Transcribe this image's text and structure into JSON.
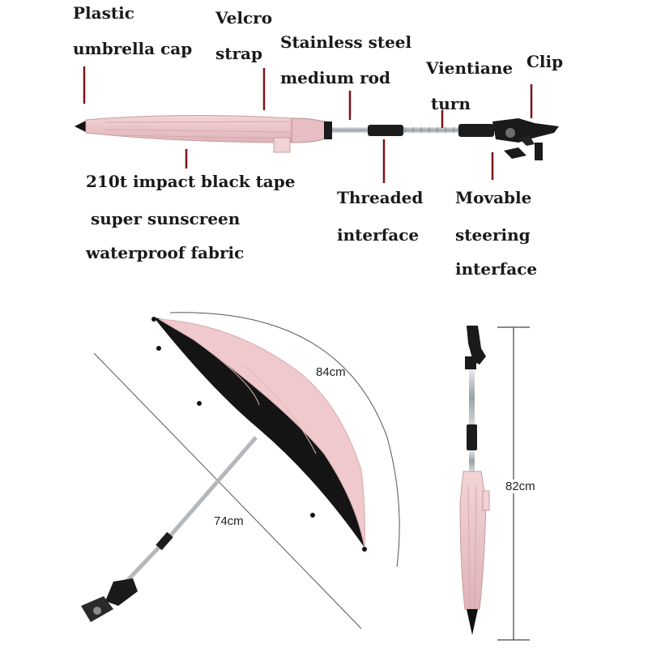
{
  "colors": {
    "canopy_pink": "#efc9cc",
    "canopy_black": "#141414",
    "leader_line": "#7a1218",
    "metal_rod": "#c0c4c8"
  },
  "labels": {
    "plastic_cap_1": "Plastic",
    "plastic_cap_2": "umbrella cap",
    "velcro_1": "Velcro",
    "velcro_2": "strap",
    "steel_rod_1": "Stainless steel",
    "steel_rod_2": "medium rod",
    "vientiane_1": "Vientiane",
    "vientiane_2": "turn",
    "clip": "Clip",
    "fabric_1": "210t impact black tape",
    "fabric_2": "super sunscreen",
    "fabric_3": "waterproof fabric",
    "threaded_1": "Threaded",
    "threaded_2": "interface",
    "movable_1": "Movable",
    "movable_2": "steering",
    "movable_3": "interface"
  },
  "dimensions": {
    "canopy_diameter": "84cm",
    "shaft_length": "74cm",
    "total_height": "82cm"
  }
}
